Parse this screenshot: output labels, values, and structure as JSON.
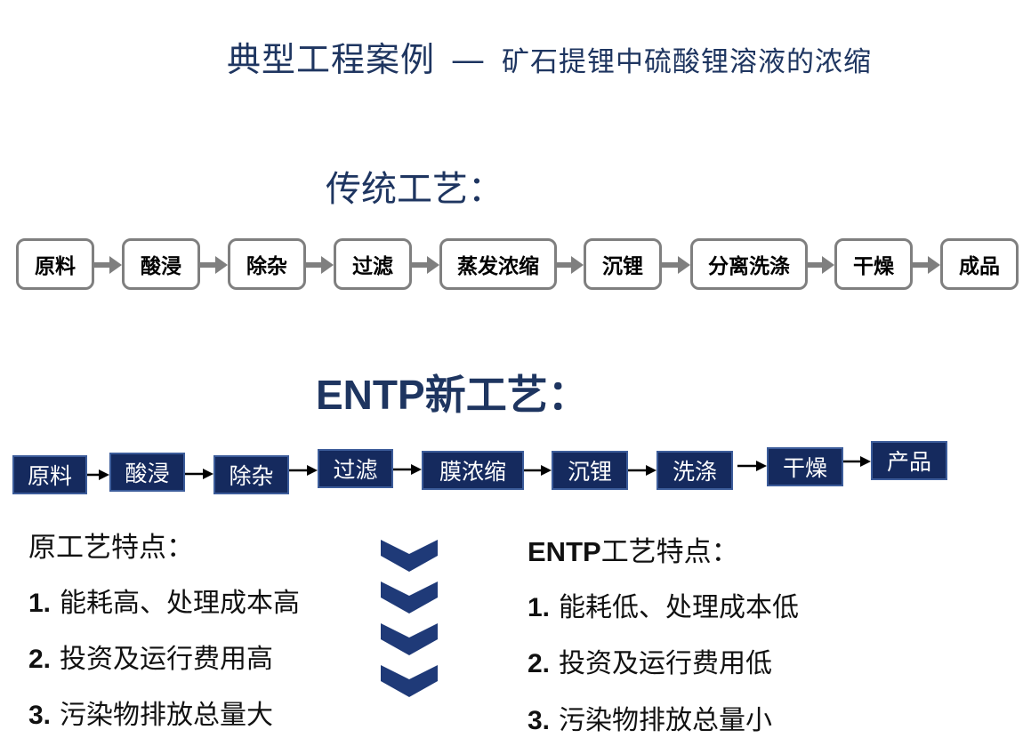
{
  "title": {
    "main": "典型工程案例",
    "dash": "—",
    "sub": "矿石提锂中硫酸锂溶液的浓缩"
  },
  "traditional": {
    "heading": "传统工艺：",
    "steps": [
      "原料",
      "酸浸",
      "除杂",
      "过滤",
      "蒸发浓缩",
      "沉锂",
      "分离洗涤",
      "干燥",
      "成品"
    ]
  },
  "entp": {
    "heading_latin": "ENTP",
    "heading_cn": "新工艺：",
    "steps": [
      "原料",
      "酸浸",
      "除杂",
      "过滤",
      "膜浓缩",
      "沉锂",
      "洗涤",
      "干燥",
      "产品"
    ]
  },
  "original_features": {
    "title": "原工艺特点：",
    "points": [
      {
        "num": "1.",
        "text": "能耗高、处理成本高"
      },
      {
        "num": "2.",
        "text": "投资及运行费用高"
      },
      {
        "num": "3.",
        "text": "污染物排放总量大"
      }
    ]
  },
  "entp_features": {
    "title_latin": "ENTP",
    "title_cn": "工艺特点：",
    "points": [
      {
        "num": "1.",
        "text": "能耗低、处理成本低"
      },
      {
        "num": "2.",
        "text": "投资及运行费用低"
      },
      {
        "num": "3.",
        "text": "污染物排放总量小"
      }
    ]
  },
  "colors": {
    "navy": "#152a5e",
    "title_blue": "#1e3560",
    "gray_border": "#7f7f7f",
    "chevron": "#1f3a78"
  }
}
